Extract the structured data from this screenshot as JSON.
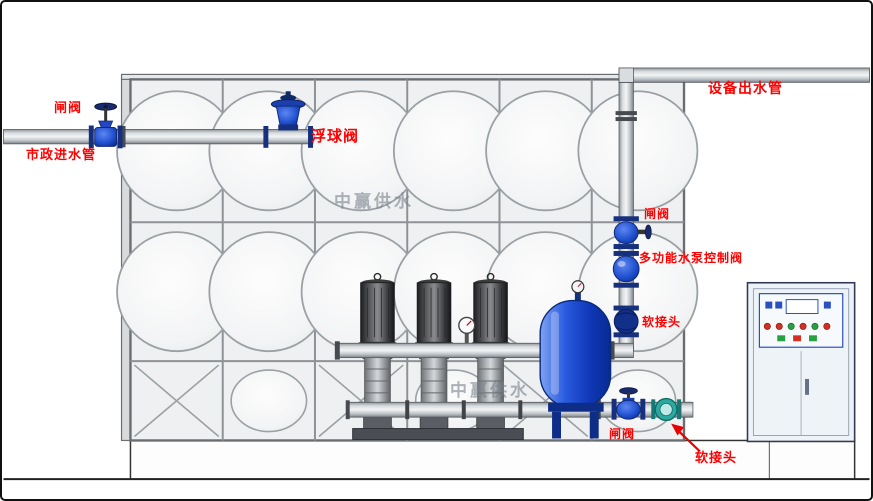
{
  "title": "water-supply-equipment-diagram",
  "labels": {
    "gate_valve_inlet": "闸阀",
    "municipal_inlet_pipe": "市政进水管",
    "float_valve": "浮球阀",
    "equipment_outlet_pipe": "设备出水管",
    "gate_valve_outlet": "闸阀",
    "multifunction_pump_control_valve": "多功能水泵控制阀",
    "flexible_joint_outlet": "软接头",
    "gate_valve_suction": "闸阀",
    "flexible_joint_suction": "软接头"
  },
  "watermark": {
    "text": "中赢供水"
  },
  "colors": {
    "label_red": "#ff0000",
    "valve_blue": "#2050d0",
    "pressure_tank_blue": "#1f45c8",
    "flexible_joint_teal": "#2ba8a0",
    "pipe_gray": "#c3c8cc",
    "tank_panel_gray": "#eceef0",
    "cabinet_blue": "#2a50c0"
  }
}
